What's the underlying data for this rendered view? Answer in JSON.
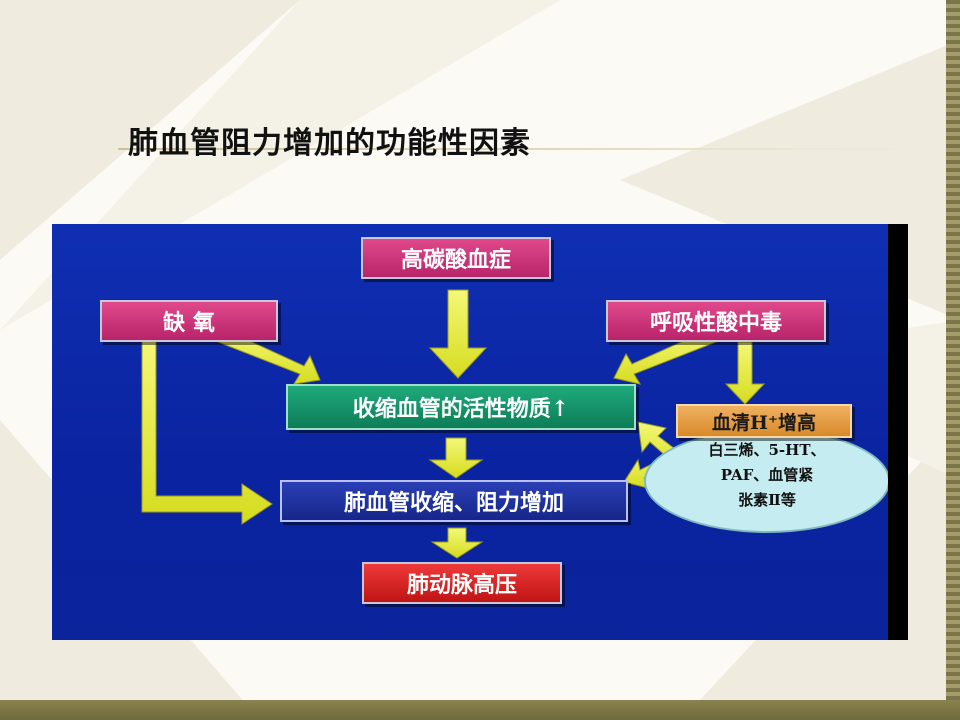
{
  "slide": {
    "title": "肺血管阻力增加的功能性因素"
  },
  "diagram": {
    "high_co2": "高碳酸血症",
    "hypoxia": "缺  氧",
    "acidosis": "呼吸性酸中毒",
    "vasoactive": "收缩血管的活性物质↑",
    "serum_h": "血清H⁺增高",
    "mediators_line1": "白三烯、5-HT、",
    "mediators_line2": "PAF、血管紧",
    "mediators_line3": "张素Ⅱ等",
    "vasoconstriction": "肺血管收缩、阻力增加",
    "result": "肺动脉高压"
  },
  "colors": {
    "background": "#0d2aa6",
    "arrow": "#e8f040",
    "pink_box": "#d63a80",
    "green_box": "#139a6c",
    "red_box": "#dc2626",
    "orange_box": "#e6a04a",
    "bubble": "#c5ecf0"
  }
}
